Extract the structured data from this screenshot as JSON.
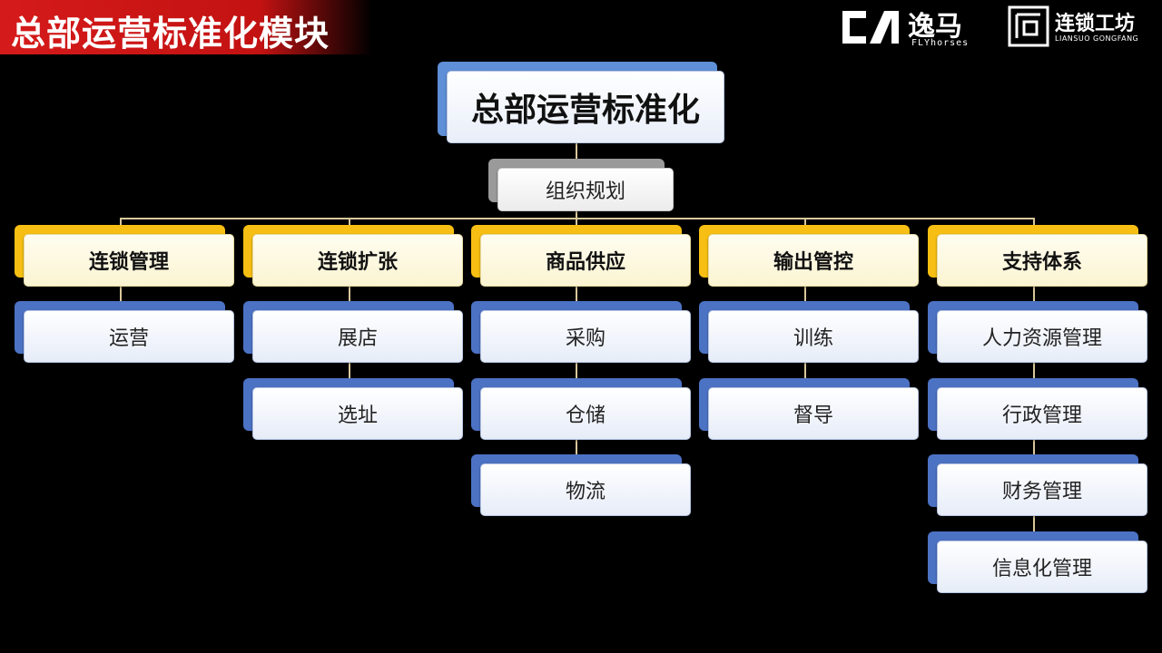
{
  "header": {
    "title": "总部运营标准化模块"
  },
  "logos": {
    "brand1_name": "逸马",
    "brand1_sub": "FLYhorses",
    "brand2_name": "连锁工坊",
    "brand2_sub": "LIANSUO GONGFANG"
  },
  "chart": {
    "root": "总部运营标准化",
    "sub": "组织规划",
    "categories": [
      {
        "label": "连锁管理",
        "items": [
          "运营"
        ]
      },
      {
        "label": "连锁扩张",
        "items": [
          "展店",
          "选址"
        ]
      },
      {
        "label": "商品供应",
        "items": [
          "采购",
          "仓储",
          "物流"
        ]
      },
      {
        "label": "输出管控",
        "items": [
          "训练",
          "督导"
        ]
      },
      {
        "label": "支持体系",
        "items": [
          "人力资源管理",
          "行政管理",
          "财务管理",
          "信息化管理"
        ]
      }
    ]
  },
  "colors": {
    "background": "#000000",
    "banner": "#d51a1a",
    "root_accent": "#5f8fd6",
    "category_accent": "#f7bf13",
    "item_accent": "#4c72c4",
    "connector": "#d9c79a"
  }
}
